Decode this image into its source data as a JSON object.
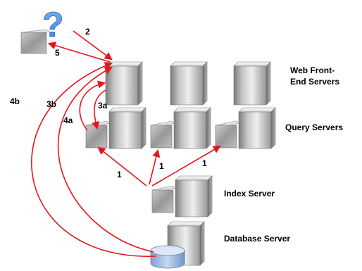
{
  "colors": {
    "arrow": "#e8141a",
    "question_mark": "#4f8fea",
    "database": "#a9c4e8",
    "server_light": "#f3f3f3",
    "server_dark": "#8a8a8a"
  },
  "icons": {
    "client": "question-mark-icon",
    "server": "server-icon",
    "database": "database-icon"
  },
  "question_mark": "?",
  "tiers": {
    "web_front_end": [
      "Web Front-",
      "End Servers"
    ],
    "query": "Query Servers",
    "index": "Index Server",
    "database": "Database Server"
  },
  "steps": {
    "s2": "2",
    "s5": "5",
    "s4b": "4b",
    "s3b": "3b",
    "s3a": "3a",
    "s4a": "4a",
    "s1_left": "1",
    "s1_mid": "1",
    "s1_right": "1"
  }
}
